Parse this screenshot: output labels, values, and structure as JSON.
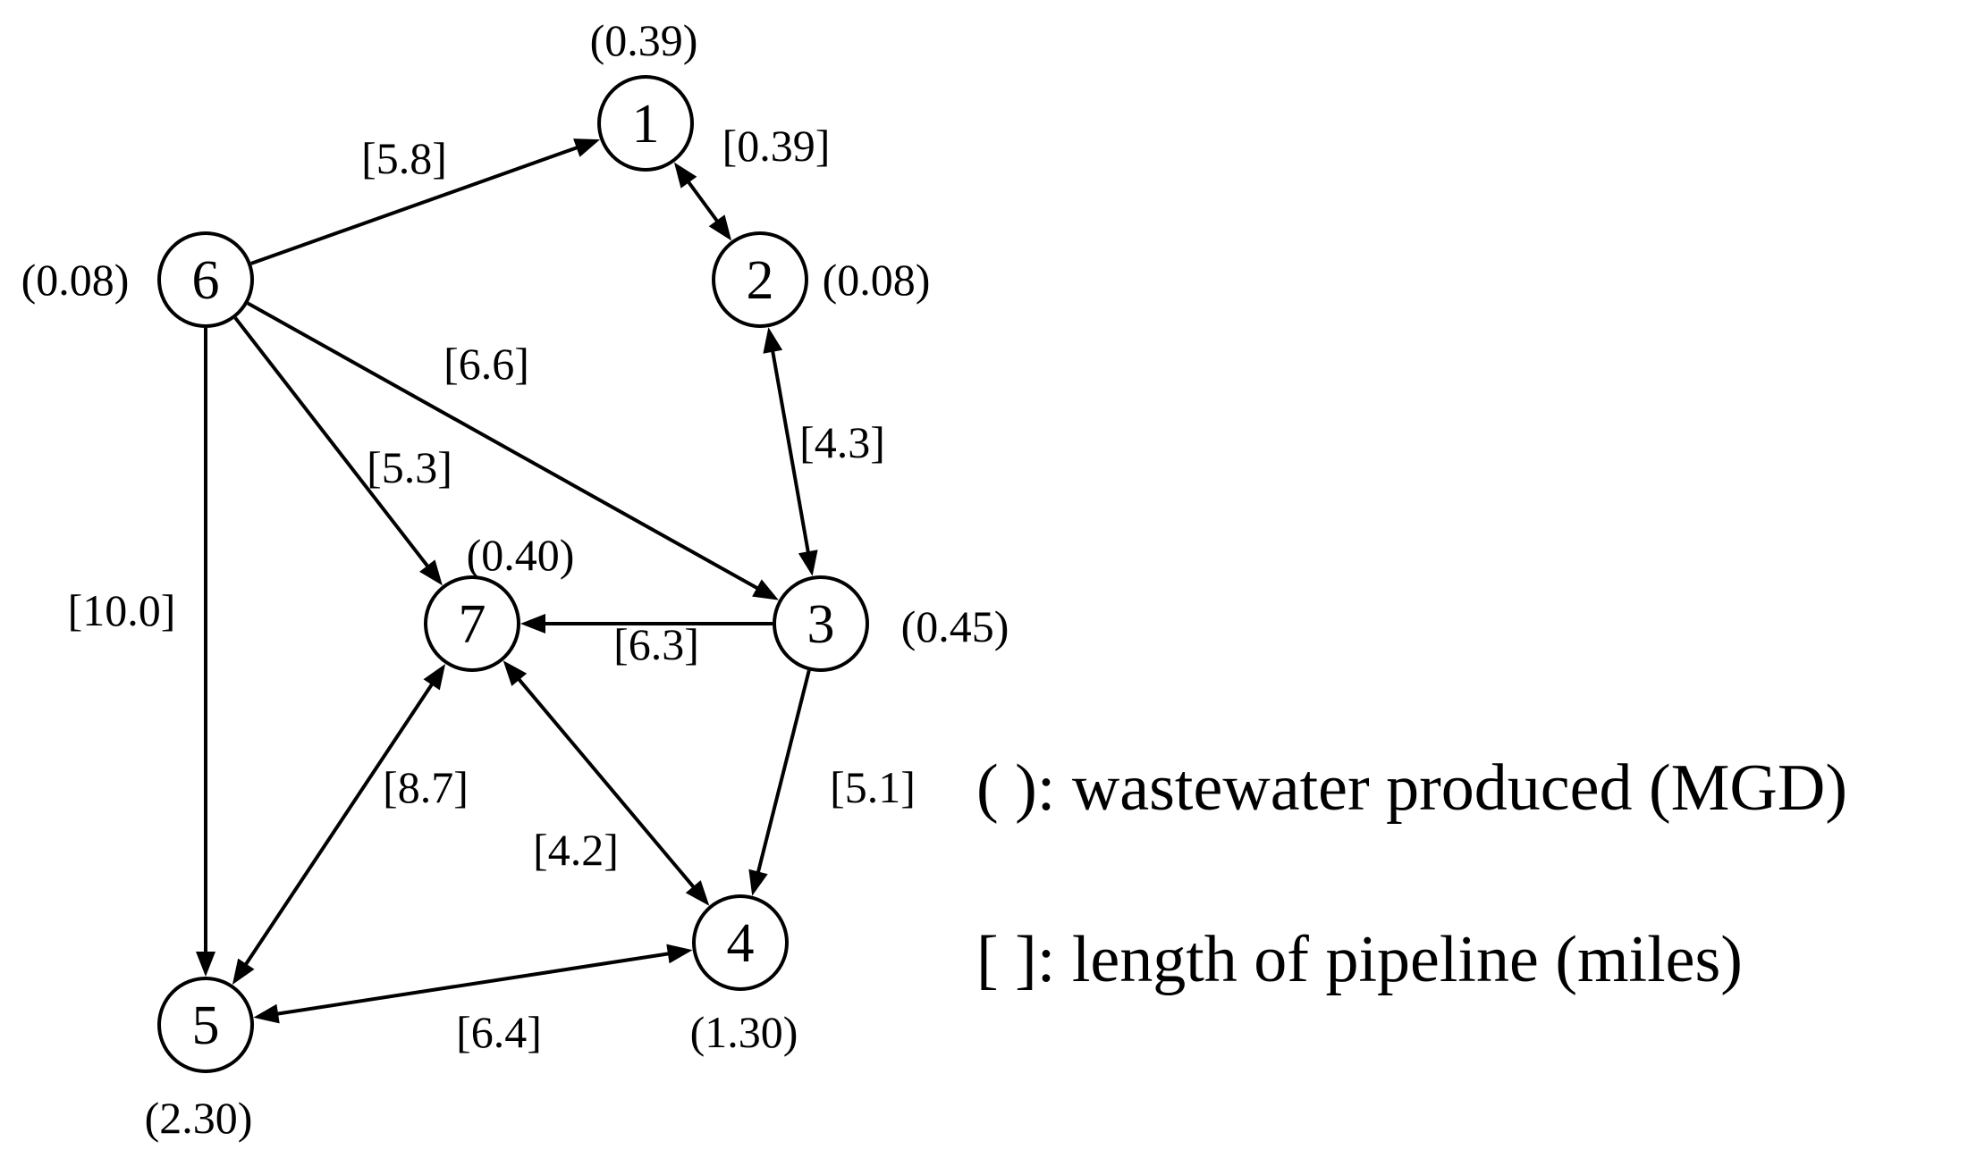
{
  "nodes": [
    {
      "id": "1",
      "label": "1",
      "supply": "(0.39)"
    },
    {
      "id": "2",
      "label": "2",
      "supply": "(0.08)"
    },
    {
      "id": "3",
      "label": "3",
      "supply": "(0.45)"
    },
    {
      "id": "4",
      "label": "4",
      "supply": "(1.30)"
    },
    {
      "id": "5",
      "label": "5",
      "supply": "(2.30)"
    },
    {
      "id": "6",
      "label": "6",
      "supply": "(0.08)"
    },
    {
      "id": "7",
      "label": "7",
      "supply": "(0.40)"
    }
  ],
  "edges": [
    {
      "from": "6",
      "to": "1",
      "length": "[5.8]",
      "bidirectional": false
    },
    {
      "from": "1",
      "to": "2",
      "length": "[0.39]",
      "bidirectional": true
    },
    {
      "from": "2",
      "to": "3",
      "length": "[4.3]",
      "bidirectional": true
    },
    {
      "from": "6",
      "to": "3",
      "length": "[6.6]",
      "bidirectional": false
    },
    {
      "from": "6",
      "to": "7",
      "length": "[5.3]",
      "bidirectional": false
    },
    {
      "from": "6",
      "to": "5",
      "length": "[10.0]",
      "bidirectional": false
    },
    {
      "from": "3",
      "to": "7",
      "length": "[6.3]",
      "bidirectional": false
    },
    {
      "from": "3",
      "to": "4",
      "length": "[5.1]",
      "bidirectional": false
    },
    {
      "from": "7",
      "to": "5",
      "length": "[8.7]",
      "bidirectional": true
    },
    {
      "from": "7",
      "to": "4",
      "length": "[4.2]",
      "bidirectional": true
    },
    {
      "from": "5",
      "to": "4",
      "length": "[6.4]",
      "bidirectional": true
    }
  ],
  "legend": {
    "supply_key": "( ): wastewater produced (MGD)",
    "length_key": "[ ]: length of pipeline (miles)"
  }
}
